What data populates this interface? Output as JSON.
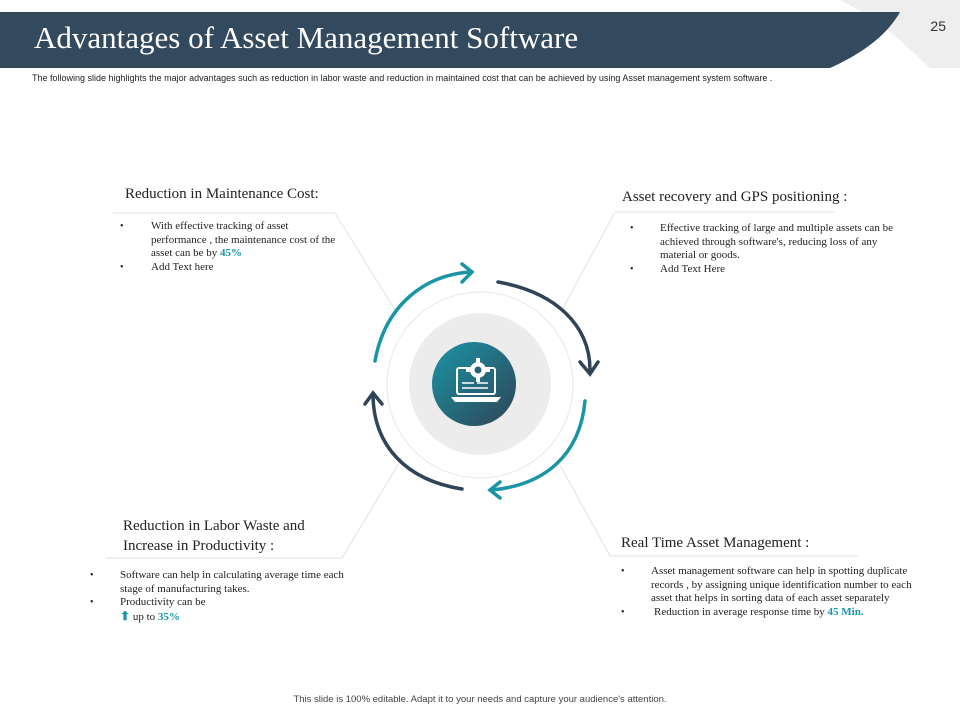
{
  "title": "Advantages of Asset Management Software",
  "page_number": "25",
  "subtitle": "The following slide highlights the major advantages such as reduction in labor waste and reduction in maintained cost that can be achieved by using  Asset management system software .",
  "footer": "This slide is 100% editable. Adapt it to your needs and capture your audience's attention.",
  "colors": {
    "dark": "#2f4456",
    "teal": "#1a95a6",
    "header": "#334a5e"
  },
  "center_icon": "laptop-gear-icon",
  "sections": {
    "top_left": {
      "title": "Reduction in Maintenance Cost:",
      "b1_text": "With effective tracking of asset performance , the maintenance cost of the  asset can be  by",
      "b1_accent": "45%",
      "b2_text": "Add Text here"
    },
    "top_right": {
      "title": "Asset recovery and GPS positioning :",
      "b1_text": "Effective tracking of large and multiple assets can be achieved through software's, reducing loss of any material or goods.",
      "b2_text": "Add Text Here"
    },
    "bottom_left": {
      "title_line1": "Reduction in Labor Waste and",
      "title_line2": "Increase in Productivity :",
      "b1_text": "Software can help in calculating average time each stage of manufacturing takes.",
      "b2_text": "Productivity can be",
      "b2_text2": "up to",
      "b2_accent": "35%"
    },
    "bottom_right": {
      "title": "Real Time Asset Management :",
      "b1_text": "Asset management software can help in spotting duplicate records , by assigning unique identification number to each asset that helps in sorting data of each asset separately",
      "b2_text": "Reduction in average response time by",
      "b2_accent": "45 Min."
    }
  }
}
